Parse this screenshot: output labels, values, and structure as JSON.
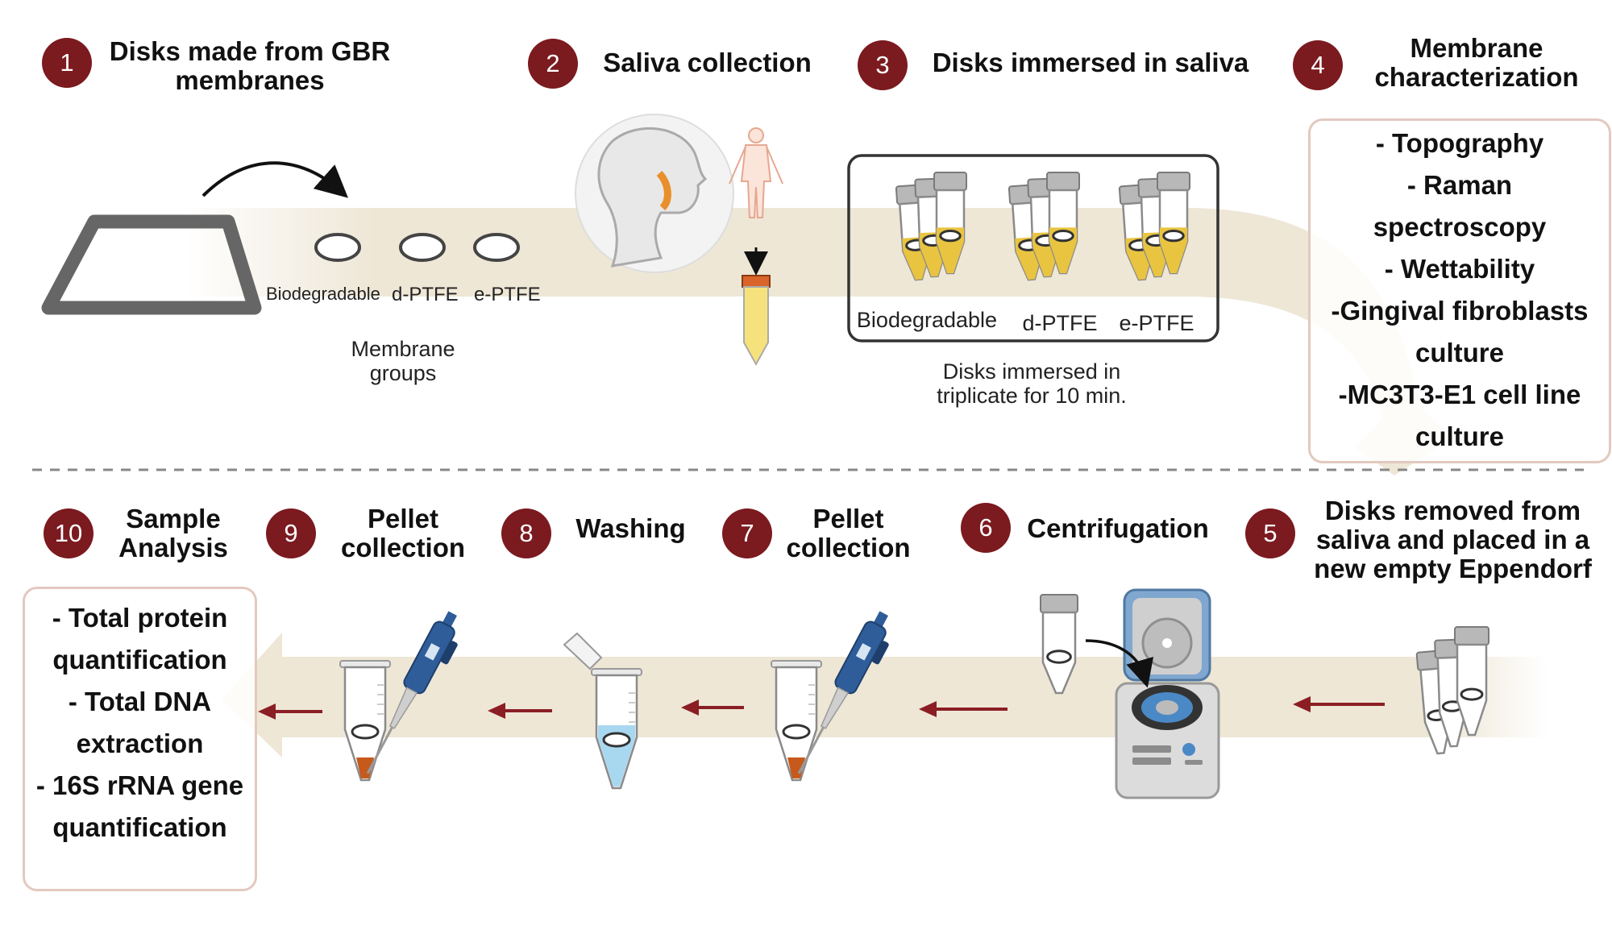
{
  "steps": [
    {
      "number": "1",
      "title_l1": "Disks made from GBR",
      "title_l2": "membranes"
    },
    {
      "number": "2",
      "title": "Saliva collection"
    },
    {
      "number": "3",
      "title": "Disks immersed in saliva"
    },
    {
      "number": "4",
      "title_l1": "Membrane",
      "title_l2": "characterization"
    },
    {
      "number": "5",
      "title_l1": "Disks removed from",
      "title_l2": "saliva and placed in a",
      "title_l3": "new empty Eppendorf"
    },
    {
      "number": "6",
      "title": "Centrifugation"
    },
    {
      "number": "7",
      "title_l1": "Pellet",
      "title_l2": "collection"
    },
    {
      "number": "8",
      "title": "Washing"
    },
    {
      "number": "9",
      "title_l1": "Pellet",
      "title_l2": "collection"
    },
    {
      "number": "10",
      "title_l1": "Sample",
      "title_l2": "Analysis"
    }
  ],
  "membrane_labels": {
    "biodegradable": "Biodegradable",
    "dptfe": "d-PTFE",
    "eptfe": "e-PTFE"
  },
  "membrane_groups": {
    "l1": "Membrane",
    "l2": "groups"
  },
  "immersion_labels": {
    "biodegradable": "Biodegradable",
    "dptfe": "d-PTFE",
    "eptfe": "e-PTFE"
  },
  "immersion_caption": {
    "l1": "Disks immersed in",
    "l2": "triplicate for 10 min."
  },
  "characterization_items": [
    "- Topography",
    "- Raman",
    "spectroscopy",
    "- Wettability",
    "-Gingival fibroblasts",
    "culture",
    "-MC3T3-E1 cell line",
    "culture"
  ],
  "analysis_items": [
    "- Total protein",
    "quantification",
    "- Total DNA",
    "extraction",
    "- 16S rRNA gene",
    "quantification"
  ],
  "colors": {
    "badge": "#7b1a1f",
    "arrow_red": "#8b1e24",
    "flow_band": "#ece4d2",
    "box_border": "#e3c9bf",
    "saliva": "#e9c441",
    "pellet": "#c55a1c",
    "wash": "#9fd3ee",
    "pipette": "#2f5d9a"
  }
}
